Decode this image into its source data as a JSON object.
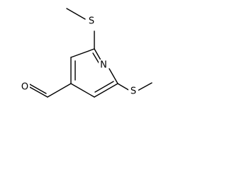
{
  "molecule": {
    "atoms": {
      "ring_nitrogen": "N",
      "sulfur_top": "S",
      "sulfur_bottom": "S",
      "aldehyde_oxygen": "O"
    }
  }
}
